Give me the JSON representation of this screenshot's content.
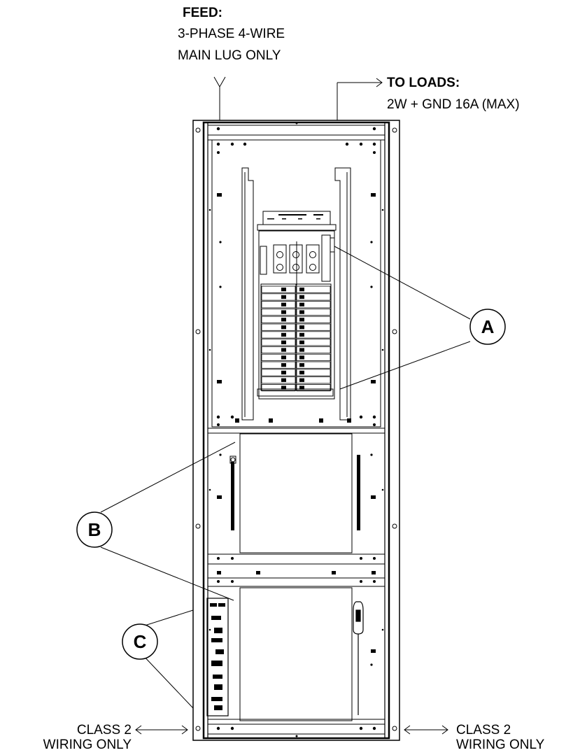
{
  "feed": {
    "title": "FEED:",
    "line1": "3-PHASE 4-WIRE",
    "line2": "MAIN LUG ONLY"
  },
  "loads": {
    "title": "TO LOADS:",
    "line1": "2W + GND 16A (MAX)"
  },
  "class2_left": {
    "line1": "CLASS 2",
    "line2": "WIRING ONLY"
  },
  "class2_right": {
    "line1": "CLASS 2",
    "line2": "WIRING ONLY"
  },
  "callouts": {
    "a": "A",
    "b": "B",
    "c": "C"
  }
}
